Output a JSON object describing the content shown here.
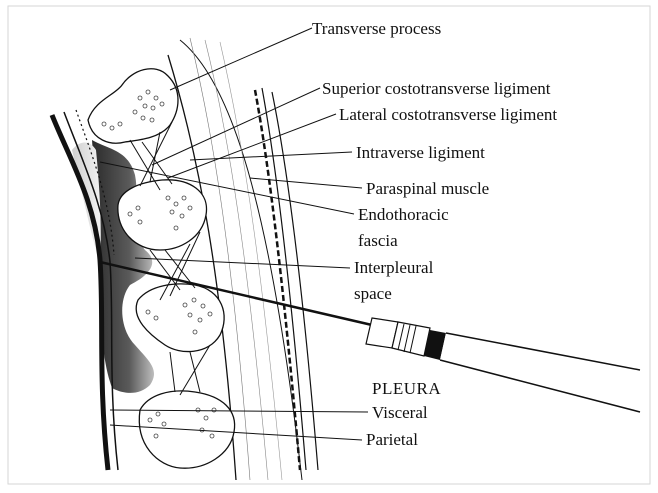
{
  "labels": {
    "transverse_process": "Transverse process",
    "superior_costotransverse": "Superior costotransverse ligiment",
    "lateral_costotransverse": "Lateral costotransverse ligiment",
    "intraverse": "Intraverse ligiment",
    "paraspinal": "Paraspinal muscle",
    "endothoracic_line1": "Endothoracic",
    "endothoracic_line2": "fascia",
    "interpleural_line1": "Interpleural",
    "interpleural_line2": "space",
    "pleura": "PLEURA",
    "visceral": "Visceral",
    "parietal": "Parietal"
  },
  "colors": {
    "ink": "#111111",
    "bone_fill": "#ffffff",
    "space_fill_dark": "#3a3a3a",
    "space_fill_light": "#bdbdbd",
    "background": "#ffffff"
  }
}
